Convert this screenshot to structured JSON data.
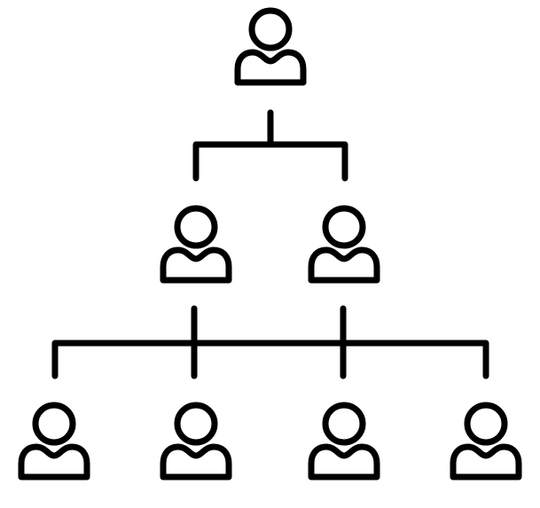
{
  "diagram": {
    "type": "org-chart",
    "stroke_color": "#000000",
    "background": "#ffffff",
    "levels": [
      {
        "level": 1,
        "nodes": [
          {
            "id": "root",
            "label": "person"
          }
        ]
      },
      {
        "level": 2,
        "nodes": [
          {
            "id": "mid-left",
            "label": "person"
          },
          {
            "id": "mid-right",
            "label": "person"
          }
        ]
      },
      {
        "level": 3,
        "nodes": [
          {
            "id": "leaf-1",
            "label": "person"
          },
          {
            "id": "leaf-2",
            "label": "person"
          },
          {
            "id": "leaf-3",
            "label": "person"
          },
          {
            "id": "leaf-4",
            "label": "person"
          }
        ]
      }
    ],
    "edges": [
      [
        "root",
        "mid-left"
      ],
      [
        "root",
        "mid-right"
      ],
      [
        "mid-left",
        "leaf-1"
      ],
      [
        "mid-left",
        "leaf-2"
      ],
      [
        "mid-right",
        "leaf-3"
      ],
      [
        "mid-right",
        "leaf-4"
      ]
    ]
  }
}
